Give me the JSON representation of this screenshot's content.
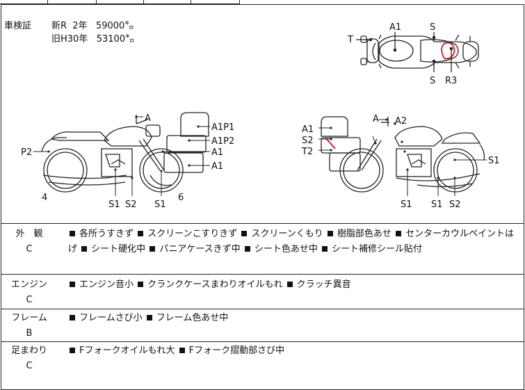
{
  "inspection": {
    "label": "車検証",
    "row1": "新R  2年   59000㌔",
    "row2": "旧H30年   53100㌔"
  },
  "top_view_labels": {
    "t": "T",
    "a1": "A1",
    "s_top": "S",
    "s_bottom": "S",
    "r3": "R3"
  },
  "left_view_labels": {
    "a": "A",
    "a1p1": "A1P1",
    "a1p2": "A1P2",
    "a1_1": "A1",
    "a1_2": "A1",
    "p2": "P2",
    "n4": "4",
    "s1a": "S1",
    "s2": "S2",
    "s1b": "S1",
    "n6": "6"
  },
  "right_view_labels": {
    "a": "A",
    "a2": "A2",
    "a1": "A1",
    "s2": "S2",
    "t2": "T2",
    "s1_side": "S1",
    "s1a": "S1",
    "s1b": "S1",
    "s2b": "S2"
  },
  "sections": [
    {
      "name": "外　観",
      "grade": "C",
      "items": [
        "各所うすきず",
        "スクリーンこすりきず",
        "スクリーンくもり",
        "樹脂部色あせ",
        "センターカウルペイントはげ",
        "シート硬化中",
        "パニアケースきず中",
        "シート色あせ中",
        "シート補修シール貼付"
      ]
    },
    {
      "name": "エンジン",
      "grade": "C",
      "items": [
        "エンジン音小",
        "クランクケースまわりオイルもれ",
        "クラッチ異音"
      ]
    },
    {
      "name": "フレーム",
      "grade": "B",
      "items": [
        "フレームさび小",
        "フレーム色あせ中"
      ]
    },
    {
      "name": "足まわり",
      "grade": "C",
      "items": [
        "Fフォークオイルもれ大",
        "Fフォーク摺動部さび中"
      ]
    }
  ],
  "colors": {
    "line": "#222222",
    "mark": "#cc2222"
  }
}
